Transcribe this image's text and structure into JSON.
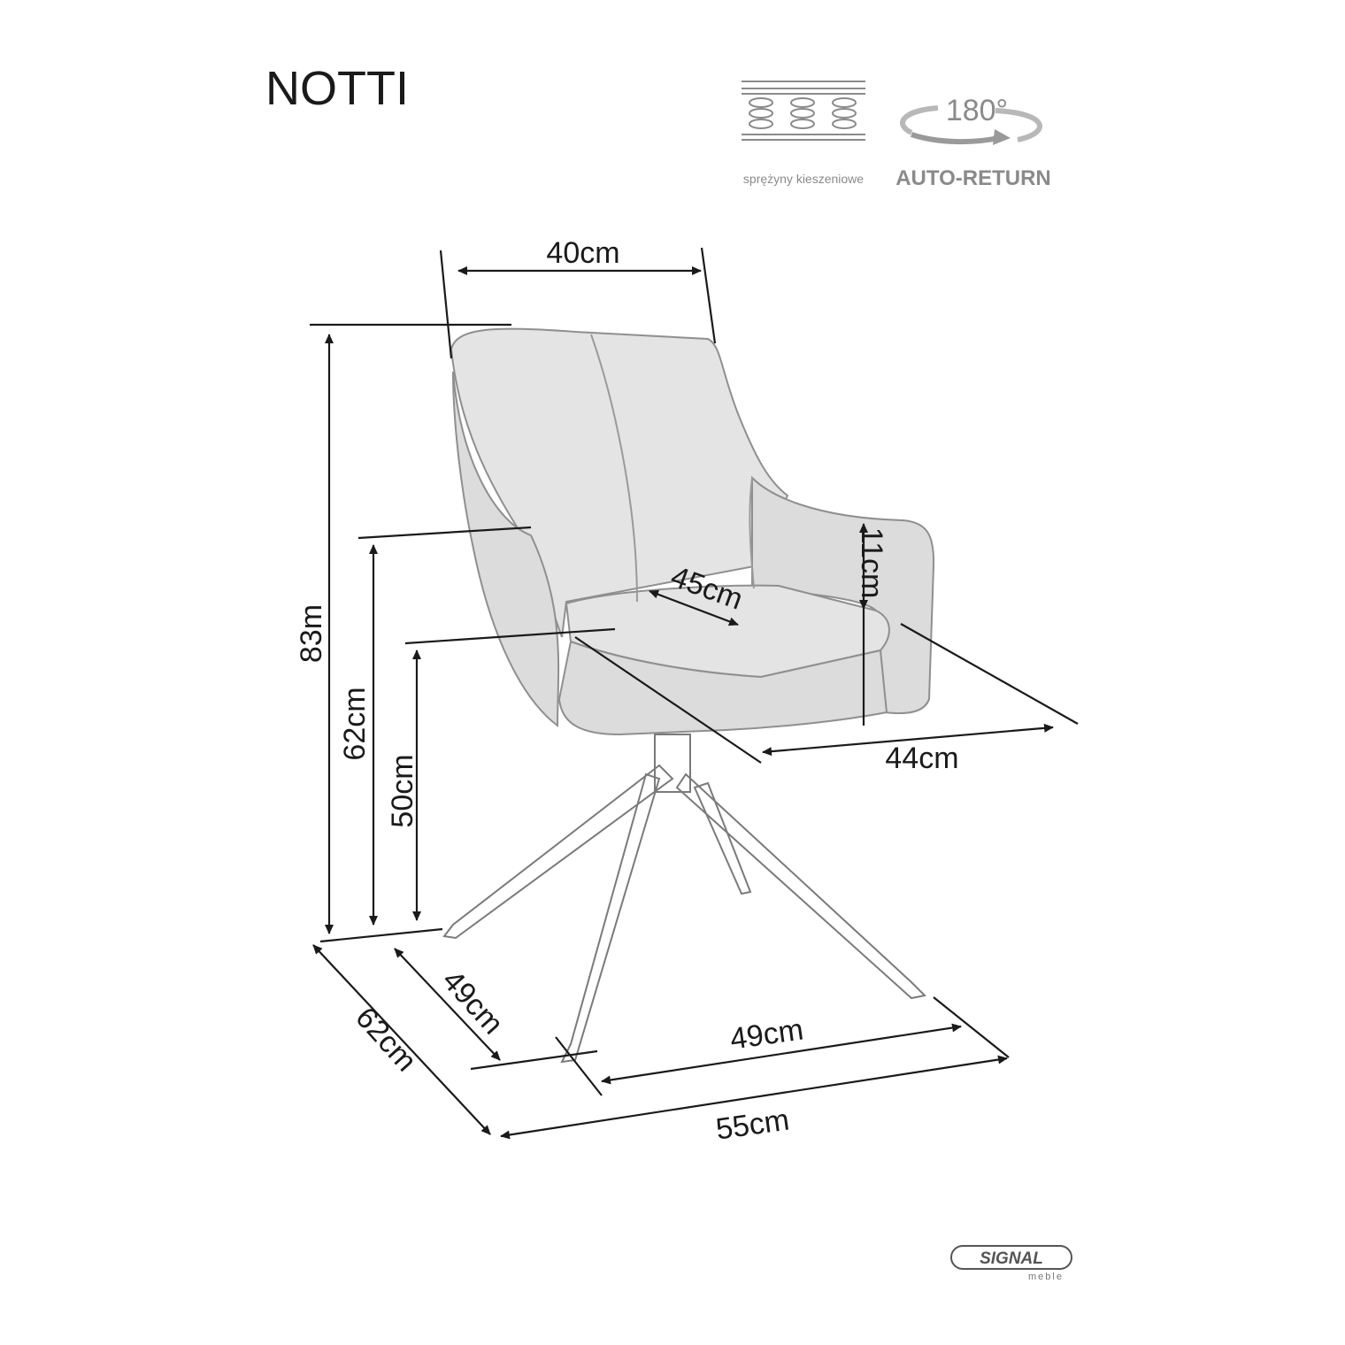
{
  "title": "NOTTI",
  "features": {
    "springs_label": "sprężyny kieszeniowe",
    "rotation_degrees": "180°",
    "auto_return_label": "AUTO-RETURN"
  },
  "dimensions": {
    "back_width": "40cm",
    "total_height": "83m",
    "armrest_height": "62cm",
    "seat_height": "50cm",
    "seat_depth": "45cm",
    "armrest_above_seat": "11cm",
    "seat_width": "44cm",
    "base_depth": "49cm",
    "total_depth": "62cm",
    "base_width": "49cm",
    "total_width": "55cm"
  },
  "brand": {
    "name": "SIGNAL",
    "sub": "meble"
  },
  "colors": {
    "text": "#1a1a1a",
    "icon_gray": "#8a8a8a",
    "chair_gray": "#e4e4e4"
  }
}
